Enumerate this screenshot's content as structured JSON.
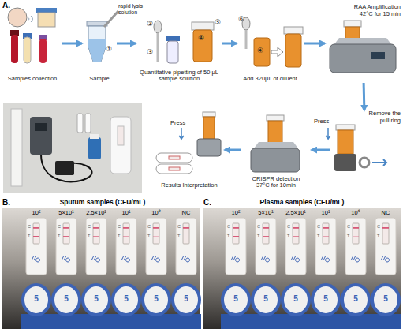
{
  "diagram": {
    "nodes": [
      {
        "text": [
          "Samples collection"
        ]
      },
      {
        "text": [
          "Sample"
        ]
      },
      {
        "text": [
          "Quantitative pipetting of 50 μL sample solution"
        ]
      },
      {
        "text": [
          "Add 320μL of diluent"
        ]
      },
      {
        "text": [
          "RAA Amplification 42°C for 15 min"
        ]
      },
      {
        "text": [
          "Remove the pull ring"
        ]
      },
      {
        "text": [
          "CRISPR detection 37°C for 10min"
        ]
      },
      {
        "text": [
          "Results Interpretation"
        ]
      }
    ],
    "edges": [
      {
        "from": 0,
        "to": 1,
        "arrow": "to"
      },
      {
        "from": 1,
        "to": 2,
        "arrow": "to"
      },
      {
        "from": 2,
        "to": 3,
        "arrow": "to"
      },
      {
        "from": 3,
        "to": 4,
        "arrow": "to"
      },
      {
        "from": 4,
        "to": 5,
        "arrow": "to"
      },
      {
        "from": 5,
        "to": 6,
        "arrow": "to"
      },
      {
        "from": 6,
        "to": 7,
        "arrow": "to"
      }
    ],
    "labels": [
      "A.",
      "rapid lysis solution",
      "①",
      "②",
      "③",
      "④",
      "⑤",
      "⑥",
      "④",
      "Press",
      "Press",
      "B.",
      "Sputum samples (CFU/mL)",
      "10²",
      "5×10¹",
      "2.5×10¹",
      "10¹",
      "10⁰",
      "NC",
      "C",
      "T",
      "5",
      "C",
      "T",
      "5",
      "C",
      "T",
      "5",
      "C",
      "T",
      "5",
      "C",
      "T",
      "5",
      "C",
      "T",
      "5",
      "C.",
      "Plasma samples (CFU/mL)",
      "10²",
      "5×10¹",
      "2.5×10¹",
      "10¹",
      "10⁰",
      "NC",
      "C",
      "T",
      "5",
      "C",
      "T",
      "5",
      "C",
      "T",
      "5",
      "C",
      "T",
      "5",
      "C",
      "T",
      "5",
      "C",
      "T",
      "5"
    ]
  }
}
